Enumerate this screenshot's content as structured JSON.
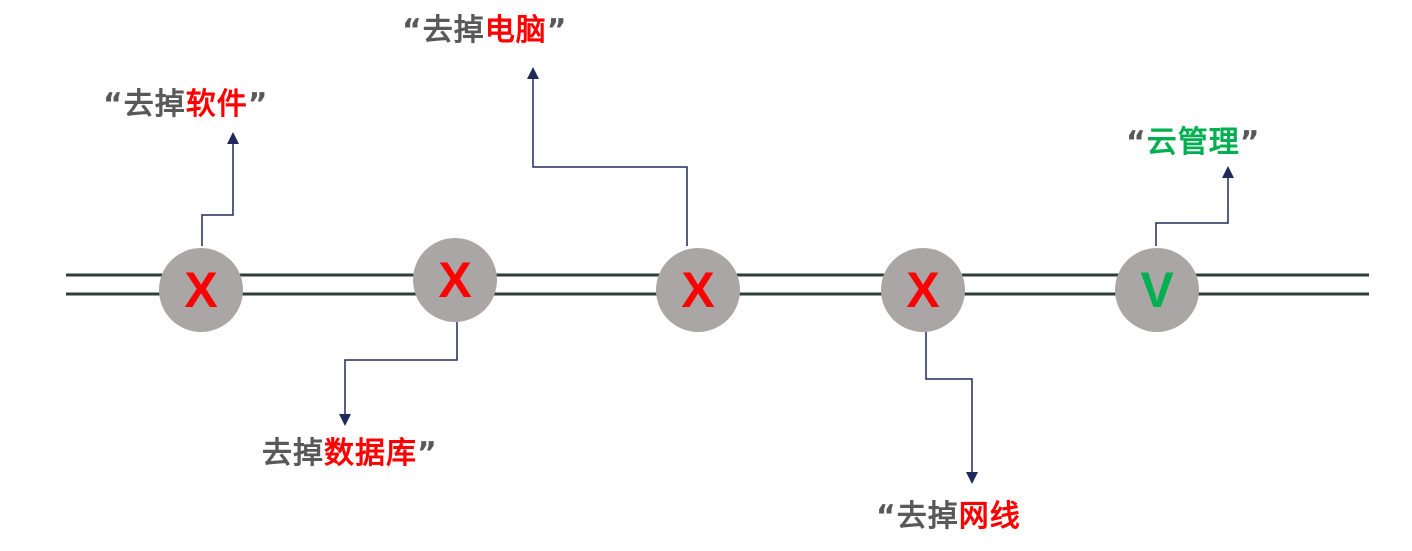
{
  "nodes": [
    {
      "symbol": "X",
      "status": "removed",
      "label": {
        "open": "“",
        "gray": "去掉",
        "highlight": "软件",
        "close": "”"
      }
    },
    {
      "symbol": "X",
      "status": "removed",
      "label": {
        "open": "",
        "gray": "去掉",
        "highlight": "数据库",
        "close": "”"
      }
    },
    {
      "symbol": "X",
      "status": "removed",
      "label": {
        "open": "“",
        "gray": "去掉",
        "highlight": "电脑",
        "close": "”"
      }
    },
    {
      "symbol": "X",
      "status": "removed",
      "label": {
        "open": "“",
        "gray": "去掉",
        "highlight": "网线",
        "close": ""
      }
    },
    {
      "symbol": "V",
      "status": "kept",
      "label": {
        "open": "“",
        "gray": "",
        "highlight": "云管理",
        "close": "”"
      }
    }
  ],
  "colors": {
    "removed": "#ff0000",
    "kept": "#00b050",
    "label_gray": "#595959",
    "circle": "#aaa6a5",
    "track": "#2f3c3c",
    "connector": "#1f2a5c"
  }
}
